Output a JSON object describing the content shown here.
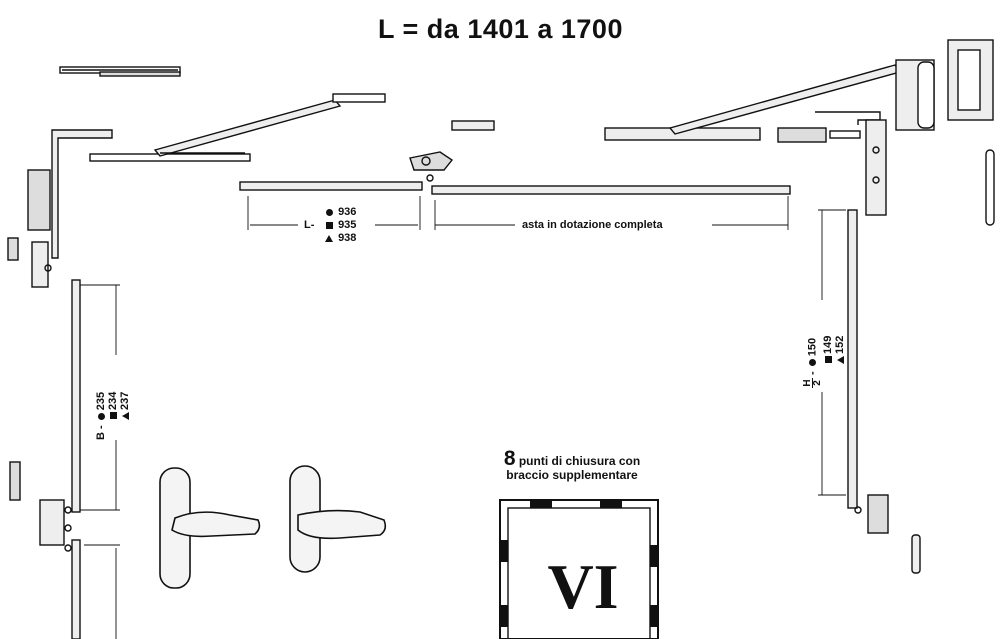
{
  "title": "L = da 1401 a 1700",
  "top_dimension": {
    "prefix": "L-",
    "codes": [
      {
        "symbol": "circle",
        "value": "936"
      },
      {
        "symbol": "square",
        "value": "935"
      },
      {
        "symbol": "triangle",
        "value": "938"
      }
    ],
    "rod_label": "asta in dotazione completa"
  },
  "left_dimension": {
    "prefix": "B -",
    "codes": [
      {
        "symbol": "circle",
        "value": "235"
      },
      {
        "symbol": "square",
        "value": "234"
      },
      {
        "symbol": "triangle",
        "value": "237"
      }
    ]
  },
  "right_dimension": {
    "prefix_top": "H",
    "prefix_bottom": "2",
    "codes": [
      {
        "symbol": "circle",
        "value": "150"
      },
      {
        "symbol": "square",
        "value": "149"
      },
      {
        "symbol": "triangle",
        "value": "152"
      }
    ]
  },
  "caption": {
    "number": "8",
    "line1_rest": "punti di chiusura con",
    "line2": "braccio supplementare"
  },
  "window_type": "VI"
}
